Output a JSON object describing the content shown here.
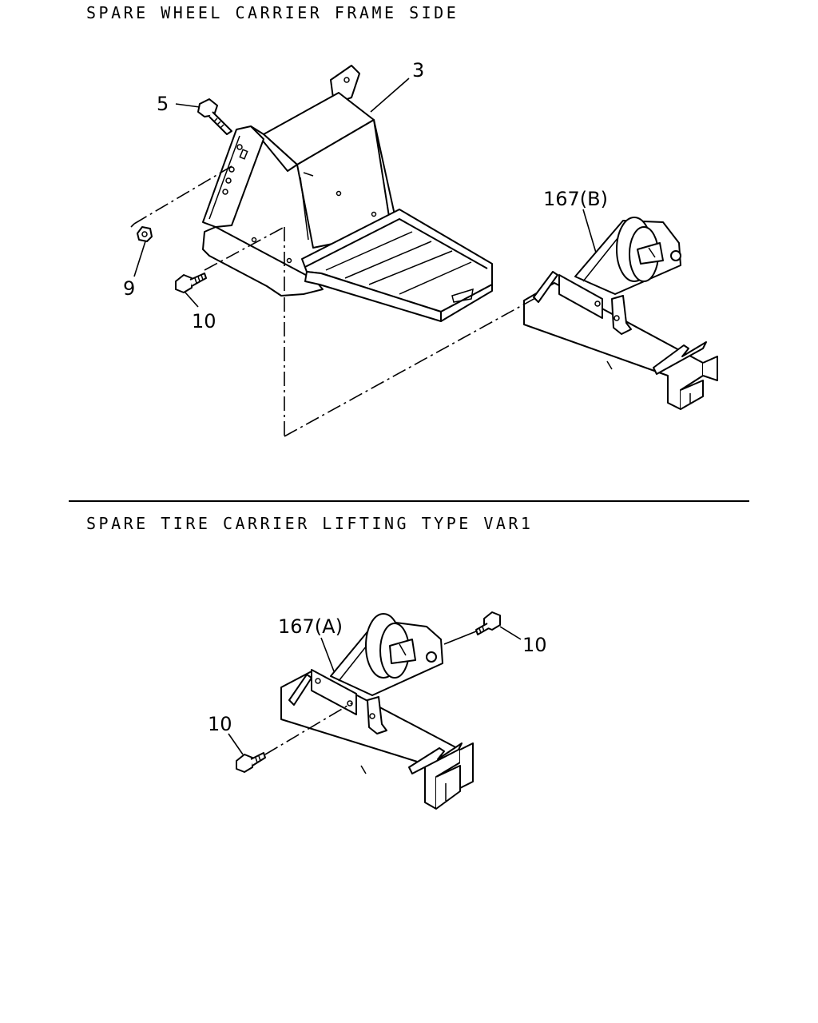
{
  "sections": [
    {
      "title": "SPARE WHEEL CARRIER FRAME SIDE"
    },
    {
      "title": "SPARE TIRE CARRIER LIFTING TYPE VAR1"
    }
  ],
  "callouts": {
    "top": {
      "part_3": "3",
      "part_5": "5",
      "part_9": "9",
      "part_10": "10",
      "part_167b": "167(B)"
    },
    "bottom": {
      "part_167a": "167(A)",
      "part_10_right": "10",
      "part_10_left": "10"
    }
  }
}
